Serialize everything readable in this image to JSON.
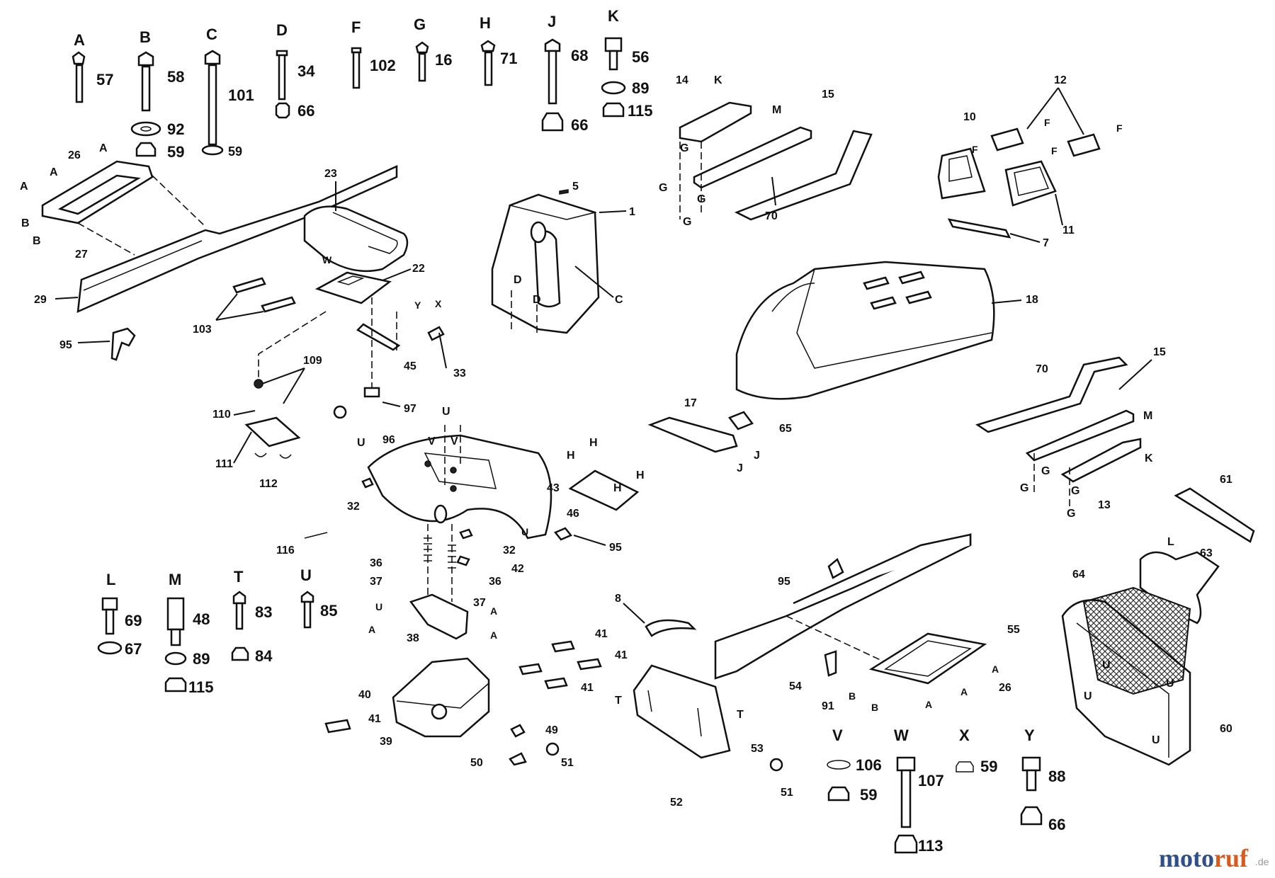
{
  "hardware_top": [
    {
      "letter": "A",
      "items": [
        "57"
      ]
    },
    {
      "letter": "B",
      "items": [
        "58",
        "92",
        "59"
      ]
    },
    {
      "letter": "C",
      "items": [
        "101",
        "59"
      ]
    },
    {
      "letter": "D",
      "items": [
        "34",
        "66"
      ]
    },
    {
      "letter": "F",
      "items": [
        "102"
      ]
    },
    {
      "letter": "G",
      "items": [
        "16"
      ]
    },
    {
      "letter": "H",
      "items": [
        "71"
      ]
    },
    {
      "letter": "J",
      "items": [
        "68",
        "66"
      ]
    },
    {
      "letter": "K",
      "items": [
        "56",
        "89",
        "115"
      ]
    }
  ],
  "hardware_mid": [
    {
      "letter": "L",
      "items": [
        "69",
        "67"
      ]
    },
    {
      "letter": "M",
      "items": [
        "48",
        "89",
        "115"
      ]
    },
    {
      "letter": "T",
      "items": [
        "83",
        "84"
      ]
    },
    {
      "letter": "U",
      "items": [
        "85"
      ]
    }
  ],
  "hardware_bottom": [
    {
      "letter": "V",
      "items": [
        "106",
        "59"
      ]
    },
    {
      "letter": "W",
      "items": [
        "107",
        "113"
      ]
    },
    {
      "letter": "X",
      "items": [
        "59"
      ]
    },
    {
      "letter": "Y",
      "items": [
        "88",
        "66"
      ]
    }
  ],
  "callouts": {
    "c1": "1",
    "c5": "5",
    "c7": "7",
    "c8": "8",
    "c10": "10",
    "c11": "11",
    "c12": "12",
    "c13": "13",
    "c14": "14",
    "c15a": "15",
    "c15b": "15",
    "c17": "17",
    "c18": "18",
    "c22": "22",
    "c23": "23",
    "c26a": "26",
    "c26b": "26",
    "c27": "27",
    "c29": "29",
    "c32a": "32",
    "c32b": "32",
    "c33": "33",
    "c36a": "36",
    "c36b": "36",
    "c37a": "37",
    "c37b": "37",
    "c38": "38",
    "c39": "39",
    "c40": "40",
    "c41a": "41",
    "c41b": "41",
    "c41c": "41",
    "c41d": "41",
    "c42": "42",
    "c43": "43",
    "c45": "45",
    "c46": "46",
    "c49": "49",
    "c50": "50",
    "c51a": "51",
    "c51b": "51",
    "c52": "52",
    "c53": "53",
    "c54": "54",
    "c55": "55",
    "c60": "60",
    "c61": "61",
    "c63": "63",
    "c64": "64",
    "c65": "65",
    "c70a": "70",
    "c70b": "70",
    "c91": "91",
    "c95a": "95",
    "c95b": "95",
    "c95c": "95",
    "c96": "96",
    "c97": "97",
    "c103": "103",
    "c109": "109",
    "c110": "110",
    "c111": "111",
    "c112": "112",
    "c116": "116"
  },
  "letter_tags": {
    "A": "A",
    "B": "B",
    "C": "C",
    "D": "D",
    "F": "F",
    "G": "G",
    "H": "H",
    "J": "J",
    "K": "K",
    "L": "L",
    "M": "M",
    "T": "T",
    "U": "U",
    "V": "V",
    "W": "W",
    "X": "X",
    "Y": "Y"
  },
  "logo": {
    "brand": "motoruf",
    "tld": ".de"
  }
}
